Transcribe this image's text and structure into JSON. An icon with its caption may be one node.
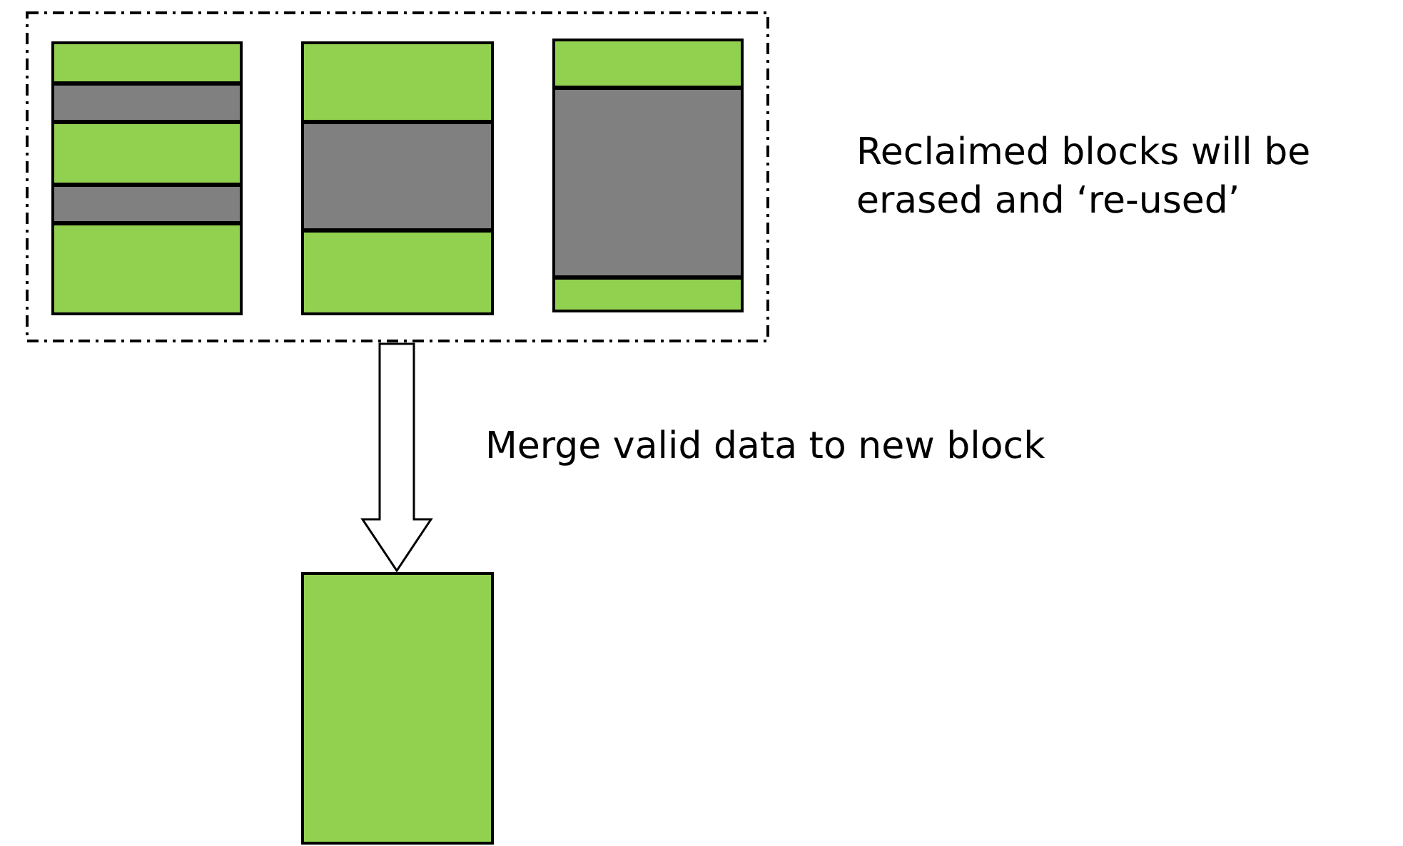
{
  "diagram": {
    "nodes": [
      {
        "text": [],
        "shape": "box",
        "beside": [
          "Reclaimed blocks will be erased and ‘re-used’"
        ]
      },
      {
        "text": [],
        "shape": "box",
        "in": 0
      },
      {
        "text": [],
        "shape": "box",
        "in": 0
      },
      {
        "text": [],
        "shape": "box",
        "in": 0
      },
      {
        "text": [],
        "shape": "box"
      }
    ],
    "edges": [
      {
        "from": 0,
        "to": 4,
        "arrow": "to",
        "label": "Merge valid data to new block"
      }
    ]
  }
}
